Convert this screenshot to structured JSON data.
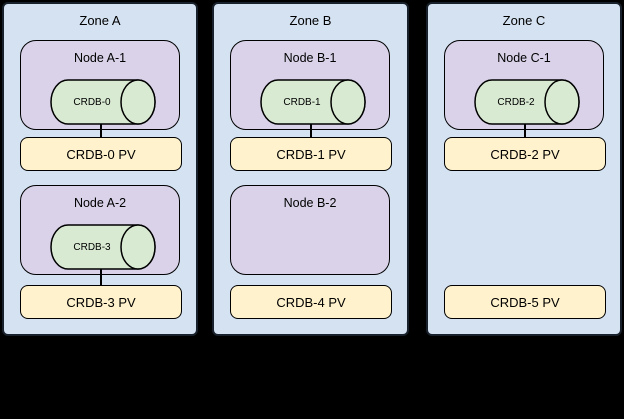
{
  "colors": {
    "canvas_bg": "#000000",
    "zone_fill": "#d5e2f2",
    "zone_border": "#18212b",
    "node_fill": "#d9d2e9",
    "cylinder_fill": "#d9ead3",
    "pv_fill": "#fff2cc",
    "shape_border": "#000000"
  },
  "zones": [
    {
      "title": "Zone A",
      "slots": [
        {
          "node": {
            "title": "Node A-1",
            "pod": "CRDB-0"
          },
          "pv": "CRDB-0 PV",
          "connector": true
        },
        {
          "node": {
            "title": "Node A-2",
            "pod": "CRDB-3"
          },
          "pv": "CRDB-3 PV",
          "connector": true
        }
      ]
    },
    {
      "title": "Zone B",
      "slots": [
        {
          "node": {
            "title": "Node B-1",
            "pod": "CRDB-1"
          },
          "pv": "CRDB-1 PV",
          "connector": true
        },
        {
          "node": {
            "title": "Node B-2",
            "pod": null
          },
          "pv": "CRDB-4 PV",
          "connector": false
        }
      ]
    },
    {
      "title": "Zone C",
      "slots": [
        {
          "node": {
            "title": "Node C-1",
            "pod": "CRDB-2"
          },
          "pv": "CRDB-2 PV",
          "connector": true
        },
        {
          "node": null,
          "pv": "CRDB-5 PV",
          "connector": false
        }
      ]
    }
  ]
}
